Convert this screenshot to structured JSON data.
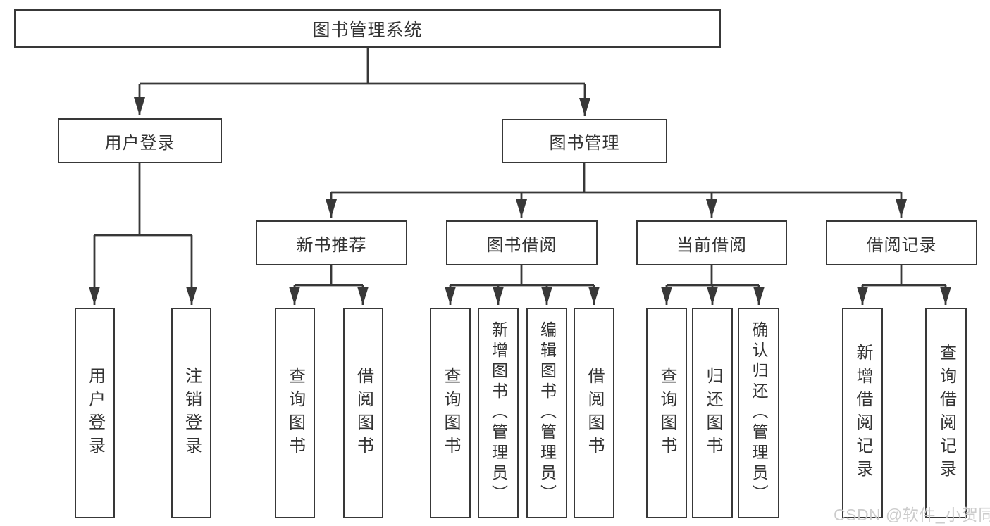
{
  "title": "图书管理系统",
  "watermark": "CSDN @软件_小贺同学",
  "colors": {
    "line": "#383838",
    "border": "#383838",
    "text": "#333333",
    "background": "#ffffff",
    "watermark": "#c9c9c9"
  },
  "tree": {
    "label": "图书管理系统",
    "children": [
      {
        "label": "用户登录",
        "children": [
          {
            "label": "用户登录"
          },
          {
            "label": "注销登录"
          }
        ]
      },
      {
        "label": "图书管理",
        "children": [
          {
            "label": "新书推荐",
            "children": [
              {
                "label": "查询图书"
              },
              {
                "label": "借阅图书"
              }
            ]
          },
          {
            "label": "图书借阅",
            "children": [
              {
                "label": "查询图书"
              },
              {
                "label": "新增图书（管理员）"
              },
              {
                "label": "编辑图书（管理员）"
              },
              {
                "label": "借阅图书"
              }
            ]
          },
          {
            "label": "当前借阅",
            "children": [
              {
                "label": "查询图书"
              },
              {
                "label": "归还图书"
              },
              {
                "label": "确认归还（管理员）"
              }
            ]
          },
          {
            "label": "借阅记录",
            "children": [
              {
                "label": "新增借阅记录"
              },
              {
                "label": "查询借阅记录"
              }
            ]
          }
        ]
      }
    ]
  }
}
